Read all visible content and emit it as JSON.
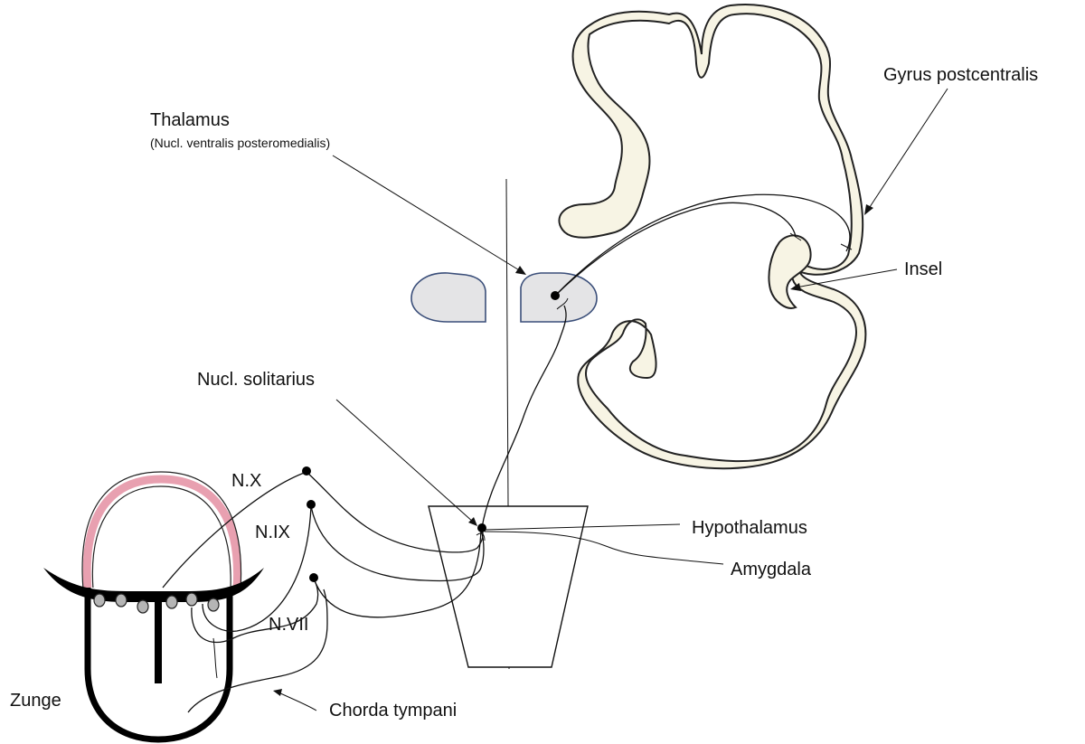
{
  "labels": {
    "thalamus": "Thalamus",
    "thalamus_sub": "(Nucl. ventralis posteromedialis)",
    "gyrus_postcentralis": "Gyrus postcentralis",
    "insel": "Insel",
    "nucl_solitarius": "Nucl. solitarius",
    "hypothalamus": "Hypothalamus",
    "amygdala": "Amygdala",
    "n_x": "N.X",
    "n_ix": "N.IX",
    "n_vii": "N.VII",
    "zunge": "Zunge",
    "chorda_tympani": "Chorda tympani"
  },
  "colors": {
    "cortex_fill": "#f7f4e4",
    "nucleus_fill": "#e4e4e6",
    "nucleus_stroke": "#3b4f7a",
    "tongue_posterior_border": "#e8a0b0",
    "papilla_fill": "#b5b5b5",
    "line": "#111111"
  }
}
